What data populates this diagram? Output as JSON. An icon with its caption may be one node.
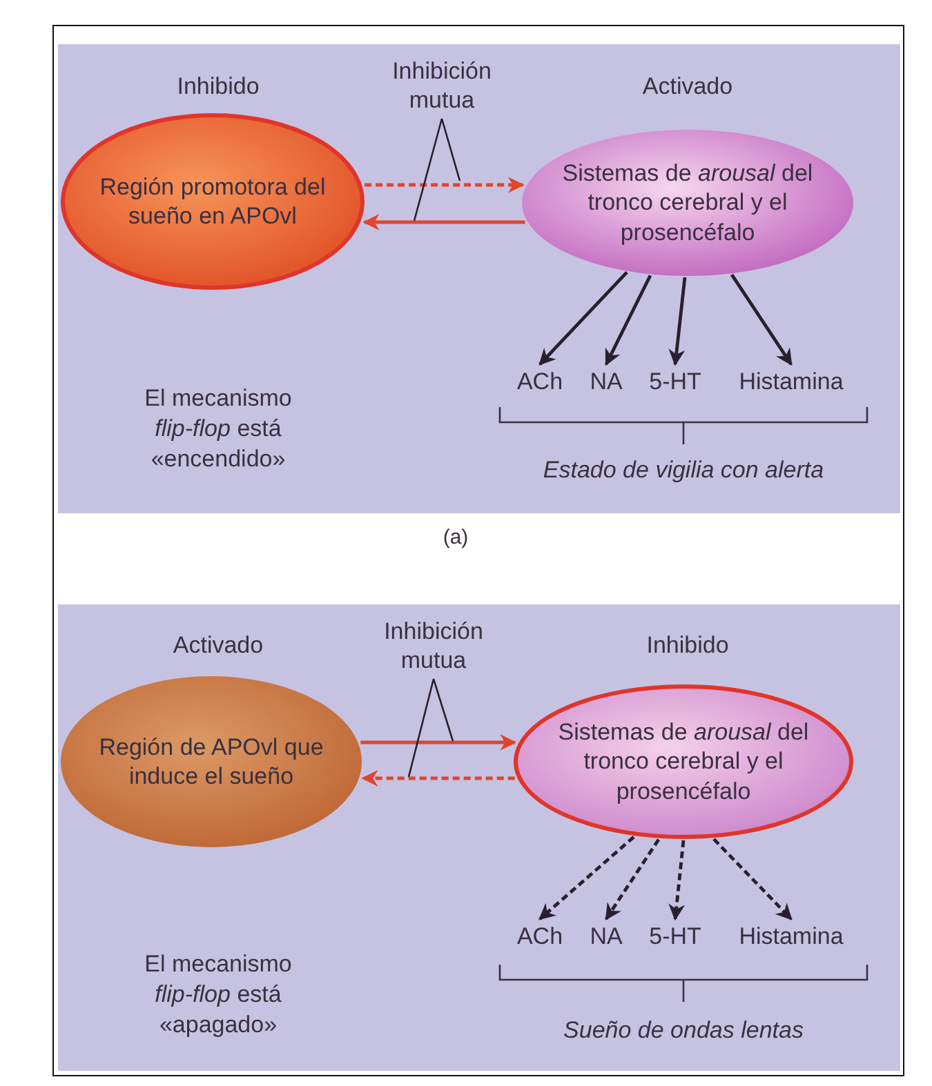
{
  "diagram": {
    "nodes": [
      {
        "text": [
          "Región promotora del sueño en APOvl"
        ]
      },
      {
        "text": [
          "Inhibición mutua"
        ]
      },
      {
        "text": [
          "Sistemas de *arousal* del tronco cerebral y el prosencéfalo"
        ]
      },
      {
        "text": [
          "ACh"
        ]
      },
      {
        "text": [
          "NA"
        ]
      },
      {
        "text": [
          "5-HT"
        ]
      },
      {
        "text": [
          "Histamina"
        ]
      },
      {
        "text": [
          "Región de APOvl que induce el sueño"
        ]
      },
      {
        "text": [
          "Inhibición mutua"
        ]
      },
      {
        "text": [
          "Sistemas de *arousal* del tronco cerebral y el prosencéfalo"
        ]
      },
      {
        "text": [
          "ACh"
        ]
      },
      {
        "text": [
          "NA"
        ]
      },
      {
        "text": [
          "5-HT"
        ]
      },
      {
        "text": [
          "Histamina"
        ]
      }
    ],
    "edges": [
      {
        "from": 0,
        "to": 2,
        "arrow": "to",
        "style": "dashed",
        "color": "#e0452e"
      },
      {
        "from": 2,
        "to": 0,
        "arrow": "to",
        "color": "#e0452e"
      },
      {
        "from": 1,
        "to": null,
        "arrow": "none"
      },
      {
        "from": 1,
        "to": null,
        "arrow": "none"
      },
      {
        "from": 2,
        "to": 3,
        "arrow": "to"
      },
      {
        "from": 2,
        "to": 4,
        "arrow": "to"
      },
      {
        "from": 2,
        "to": 5,
        "arrow": "to"
      },
      {
        "from": 2,
        "to": 6,
        "arrow": "to"
      },
      {
        "from": 7,
        "to": 9,
        "arrow": "to",
        "color": "#e0452e"
      },
      {
        "from": 9,
        "to": 7,
        "arrow": "to",
        "style": "dashed",
        "color": "#e0452e"
      },
      {
        "from": 8,
        "to": null,
        "arrow": "none"
      },
      {
        "from": 8,
        "to": null,
        "arrow": "none"
      },
      {
        "from": 9,
        "to": 10,
        "arrow": "to",
        "style": "dashed"
      },
      {
        "from": 9,
        "to": 11,
        "arrow": "to",
        "style": "dashed"
      },
      {
        "from": 9,
        "to": 12,
        "arrow": "to",
        "style": "dashed"
      },
      {
        "from": 9,
        "to": 13,
        "arrow": "to",
        "style": "dashed"
      }
    ],
    "labels": [
      "Inhibido",
      "Activado",
      "El mecanismo *flip-flop* está «encendido»",
      "Estado de vigilia con alerta",
      "(a)",
      "Activado",
      "Inhibido",
      "El mecanismo *flip-flop* está «apagado»",
      "Sueño de ondas lentas"
    ]
  }
}
